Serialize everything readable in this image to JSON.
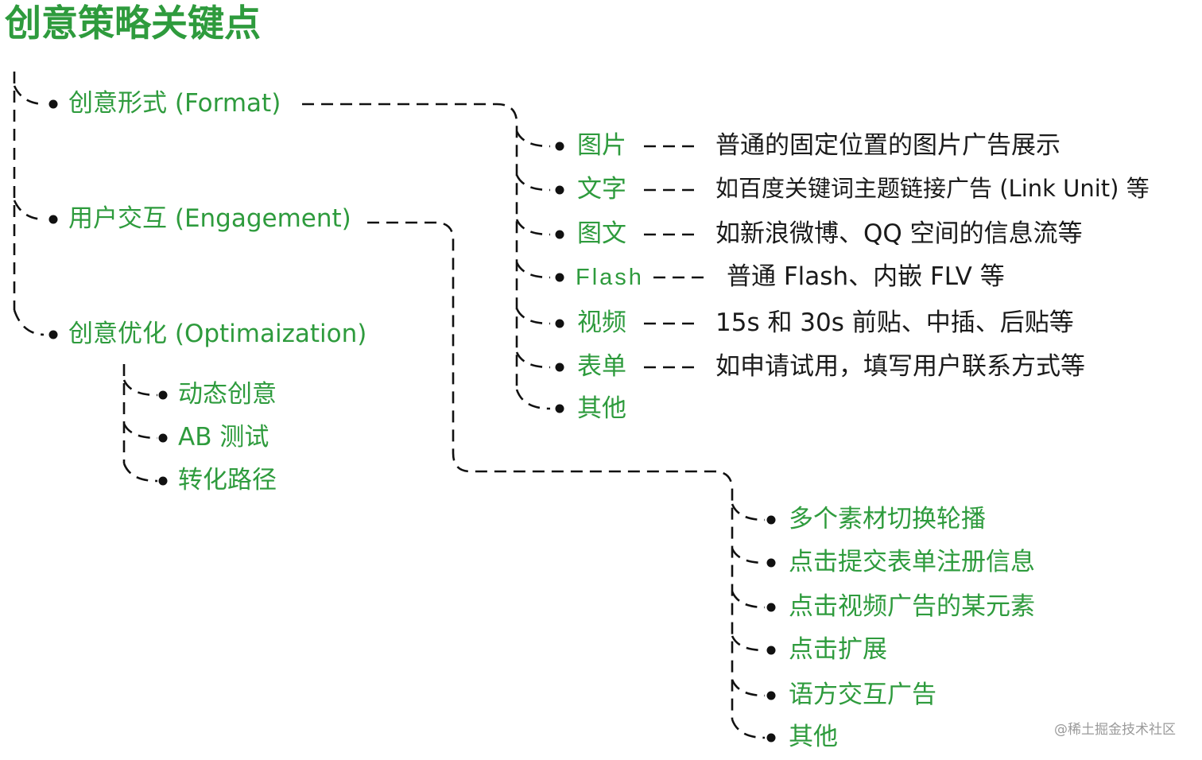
{
  "title": "创意策略关键点",
  "categories": {
    "format": "创意形式 (Format)",
    "engagement": "用户交互 (Engagement)",
    "optimization": "创意优化 (Optimaization)"
  },
  "format_items": [
    {
      "name": "图片",
      "description": "普通的固定位置的图片广告展示"
    },
    {
      "name": "文字",
      "description": "如百度关键词主题链接广告 (Link Unit) 等"
    },
    {
      "name": "图文",
      "description": "如新浪微博、QQ 空间的信息流等"
    },
    {
      "name": "Flash",
      "description": "普通 Flash、内嵌 FLV 等"
    },
    {
      "name": "视频",
      "description": "15s 和 30s 前贴、中插、后贴等"
    },
    {
      "name": "表单",
      "description": "如申请试用，填写用户联系方式等"
    },
    {
      "name": "其他",
      "description": ""
    }
  ],
  "optimization_items": [
    "动态创意",
    "AB 测试",
    "转化路径"
  ],
  "engagement_items": [
    "多个素材切换轮播",
    "点击提交表单注册信息",
    "点击视频广告的某元素",
    "点击扩展",
    "语方交互广告",
    "其他"
  ],
  "watermark": "@稀土掘金技术社区",
  "colors": {
    "accent": "#2e9b3d",
    "text": "#1a1a1a",
    "line": "#111111"
  }
}
